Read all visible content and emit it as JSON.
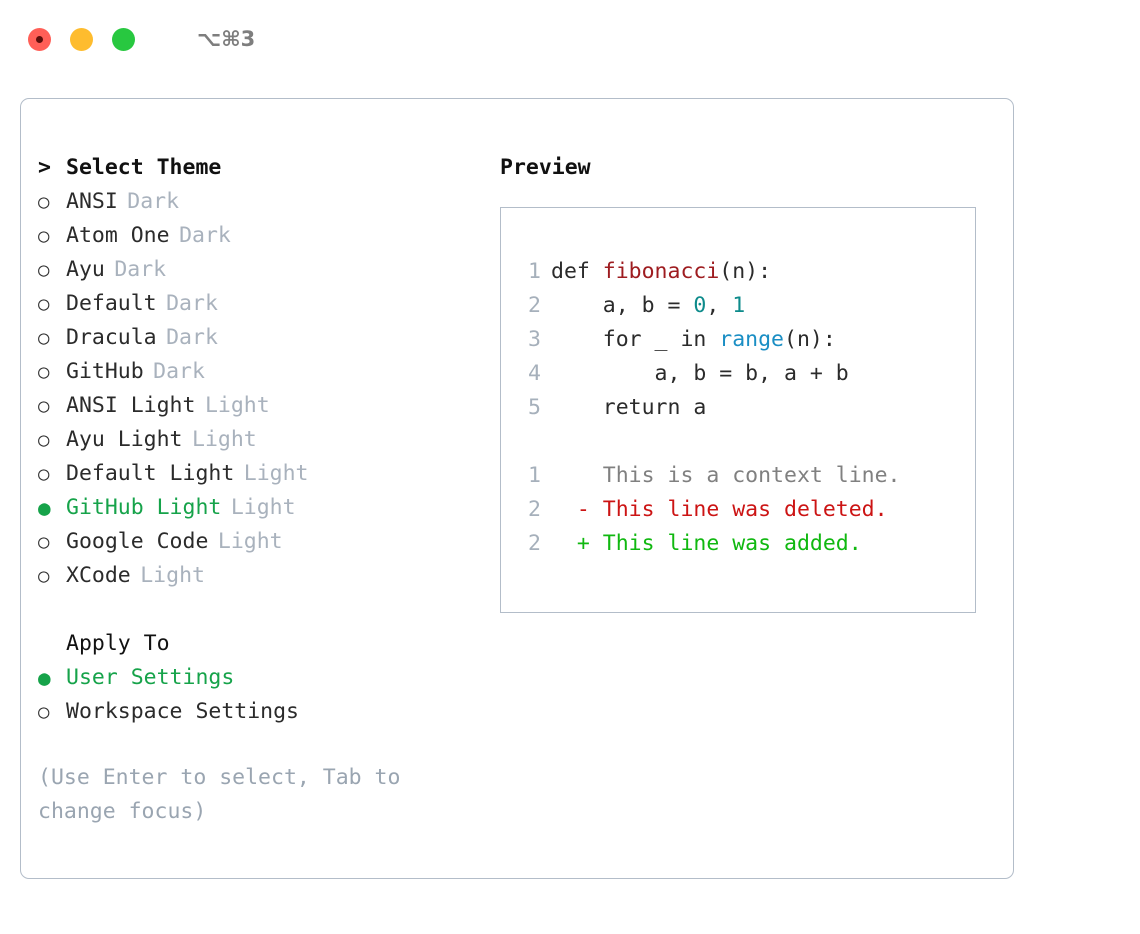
{
  "titlebar": {
    "shortcut": "⌥⌘3",
    "lights": [
      {
        "name": "close",
        "color": "#FF5F57"
      },
      {
        "name": "minimize",
        "color": "#FEBC2E"
      },
      {
        "name": "zoom",
        "color": "#28C840"
      }
    ]
  },
  "theme_list": {
    "header": "Select Theme",
    "caret": ">",
    "marker_unselected": "○",
    "marker_selected": "●",
    "accent_color": "#16a34a",
    "items": [
      {
        "name": "ANSI",
        "kind": "Dark",
        "selected": false
      },
      {
        "name": "Atom One",
        "kind": "Dark",
        "selected": false
      },
      {
        "name": "Ayu",
        "kind": "Dark",
        "selected": false
      },
      {
        "name": "Default",
        "kind": "Dark",
        "selected": false
      },
      {
        "name": "Dracula",
        "kind": "Dark",
        "selected": false
      },
      {
        "name": "GitHub",
        "kind": "Dark",
        "selected": false
      },
      {
        "name": "ANSI Light",
        "kind": "Light",
        "selected": false
      },
      {
        "name": "Ayu Light",
        "kind": "Light",
        "selected": false
      },
      {
        "name": "Default Light",
        "kind": "Light",
        "selected": false
      },
      {
        "name": "GitHub Light",
        "kind": "Light",
        "selected": true
      },
      {
        "name": "Google Code",
        "kind": "Light",
        "selected": false
      },
      {
        "name": "XCode",
        "kind": "Light",
        "selected": false
      }
    ]
  },
  "apply_to": {
    "header": "Apply To",
    "options": [
      {
        "name": "User Settings",
        "selected": true
      },
      {
        "name": "Workspace Settings",
        "selected": false
      }
    ]
  },
  "hint": {
    "line1": "(Use Enter to select, Tab to",
    "line2": "change focus)"
  },
  "preview": {
    "title": "Preview",
    "code_lines": [
      {
        "lineno": "1",
        "tokens": [
          {
            "text": "def ",
            "type": "plain"
          },
          {
            "text": "fibonacci",
            "type": "fn"
          },
          {
            "text": "(n):",
            "type": "plain"
          }
        ]
      },
      {
        "lineno": "2",
        "tokens": [
          {
            "text": "    a, b = ",
            "type": "plain"
          },
          {
            "text": "0",
            "type": "num"
          },
          {
            "text": ", ",
            "type": "plain"
          },
          {
            "text": "1",
            "type": "num"
          }
        ]
      },
      {
        "lineno": "3",
        "tokens": [
          {
            "text": "    for _ in ",
            "type": "plain"
          },
          {
            "text": "range",
            "type": "builtin"
          },
          {
            "text": "(n):",
            "type": "plain"
          }
        ]
      },
      {
        "lineno": "4",
        "tokens": [
          {
            "text": "        a, b = b, a + b",
            "type": "plain"
          }
        ]
      },
      {
        "lineno": "5",
        "tokens": [
          {
            "text": "    return a",
            "type": "plain"
          }
        ]
      }
    ],
    "diff_lines": [
      {
        "lineno": "1",
        "prefix": "  ",
        "text": "This is a context line.",
        "type": "ctx"
      },
      {
        "lineno": "2",
        "prefix": "- ",
        "text": "This line was deleted.",
        "type": "del"
      },
      {
        "lineno": "2",
        "prefix": "+ ",
        "text": "This line was added.",
        "type": "add"
      }
    ]
  }
}
